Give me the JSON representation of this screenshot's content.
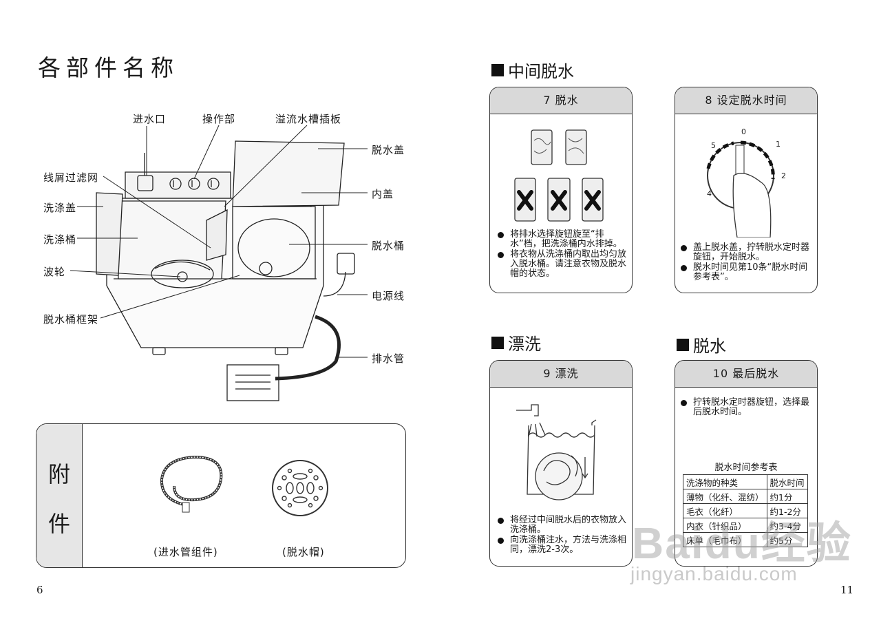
{
  "left_page": {
    "title": "各部件名称",
    "parts": {
      "water_inlet": "进水口",
      "control_panel": "操作部",
      "overflow_plate": "溢流水槽插板",
      "spin_lid": "脱水盖",
      "inner_lid": "内盖",
      "spin_tub": "脱水桶",
      "power_cord": "电源线",
      "drain_hose": "排水管",
      "lint_filter": "线屑过滤网",
      "wash_lid": "洗涤盖",
      "wash_tub": "洗涤桶",
      "pulsator": "波轮",
      "spin_frame": "脱水桶框架"
    },
    "accessories": {
      "char1": "附",
      "char2": "件",
      "hose_caption": "(进水管组件)",
      "cap_caption": "(脱水帽)"
    },
    "page_number": "6"
  },
  "right_page": {
    "sections": {
      "middle_spin": "中间脱水",
      "rinse": "漂洗",
      "spin": "脱水"
    },
    "panel7": {
      "header": "7  脱水",
      "bullets": [
        "将排水选择旋钮旋至“排水”档，把洗涤桶内水排掉。",
        "将衣物从洗涤桶内取出均匀放入脱水桶。请注意衣物及脱水帽的状态。"
      ]
    },
    "panel8": {
      "header": "8  设定脱水时间",
      "dial_labels": [
        "0",
        "1",
        "2",
        "4",
        "5"
      ],
      "bullets": [
        "盖上脱水盖，拧转脱水定时器旋钮，开始脱水。",
        "脱水时间见第10条“脱水时间参考表”。"
      ]
    },
    "panel9": {
      "header": "9  漂洗",
      "bullets": [
        "将经过中间脱水后的衣物放入洗涤桶。",
        "向洗涤桶注水，方法与洗涤相同，漂洗2-3次。"
      ]
    },
    "panel10": {
      "header": "10  最后脱水",
      "bullets": [
        "拧转脱水定时器旋钮，选择最后脱水时间。"
      ],
      "table_title": "脱水时间参考表",
      "table_headers": [
        "洗涤物的种类",
        "脱水时间"
      ],
      "table_rows": [
        [
          "薄物（化纤、混纺）",
          "约1分"
        ],
        [
          "毛衣（化纤）",
          "约1-2分"
        ],
        [
          "内衣（针织品）",
          "约3-4分"
        ],
        [
          "床单（毛巾布）",
          "约5分"
        ]
      ]
    },
    "page_number": "11"
  },
  "watermark": {
    "brand": "Baidu经验",
    "url": "jingyan.baidu.com"
  }
}
